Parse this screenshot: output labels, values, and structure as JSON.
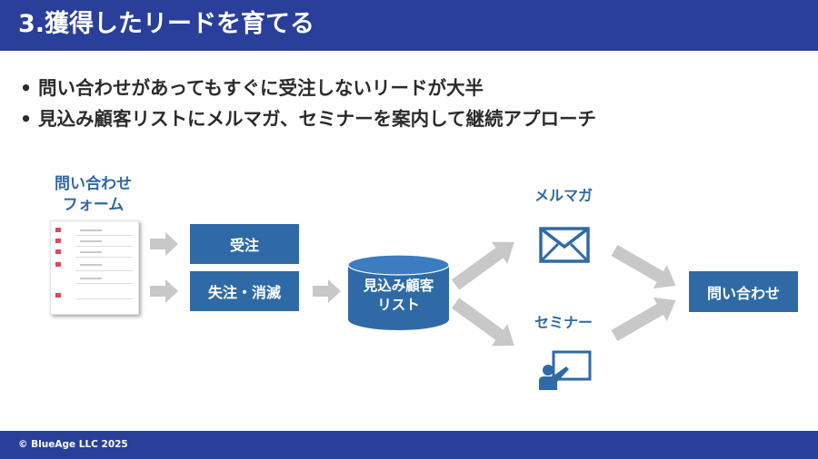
{
  "slide": {
    "title": "3.獲得したリードを育てる",
    "bullets": [
      "問い合わせがあってもすぐに受注しないリードが大半",
      "見込み顧客リストにメルマガ、セミナーを案内して継続アプローチ"
    ]
  },
  "diagram": {
    "form_label_line1": "問い合わせ",
    "form_label_line2": "フォーム",
    "order_box": "受注",
    "lost_box": "失注・消滅",
    "list_line1": "見込み顧客",
    "list_line2": "リスト",
    "mail_label": "メルマガ",
    "seminar_label": "セミナー",
    "inquiry_box": "問い合わせ"
  },
  "footer": {
    "copyright": "© BlueAge LLC 2025"
  },
  "colors": {
    "header": "#2a3f9a",
    "accent": "#2f6aa6",
    "arrow": "#c8c8c8"
  }
}
